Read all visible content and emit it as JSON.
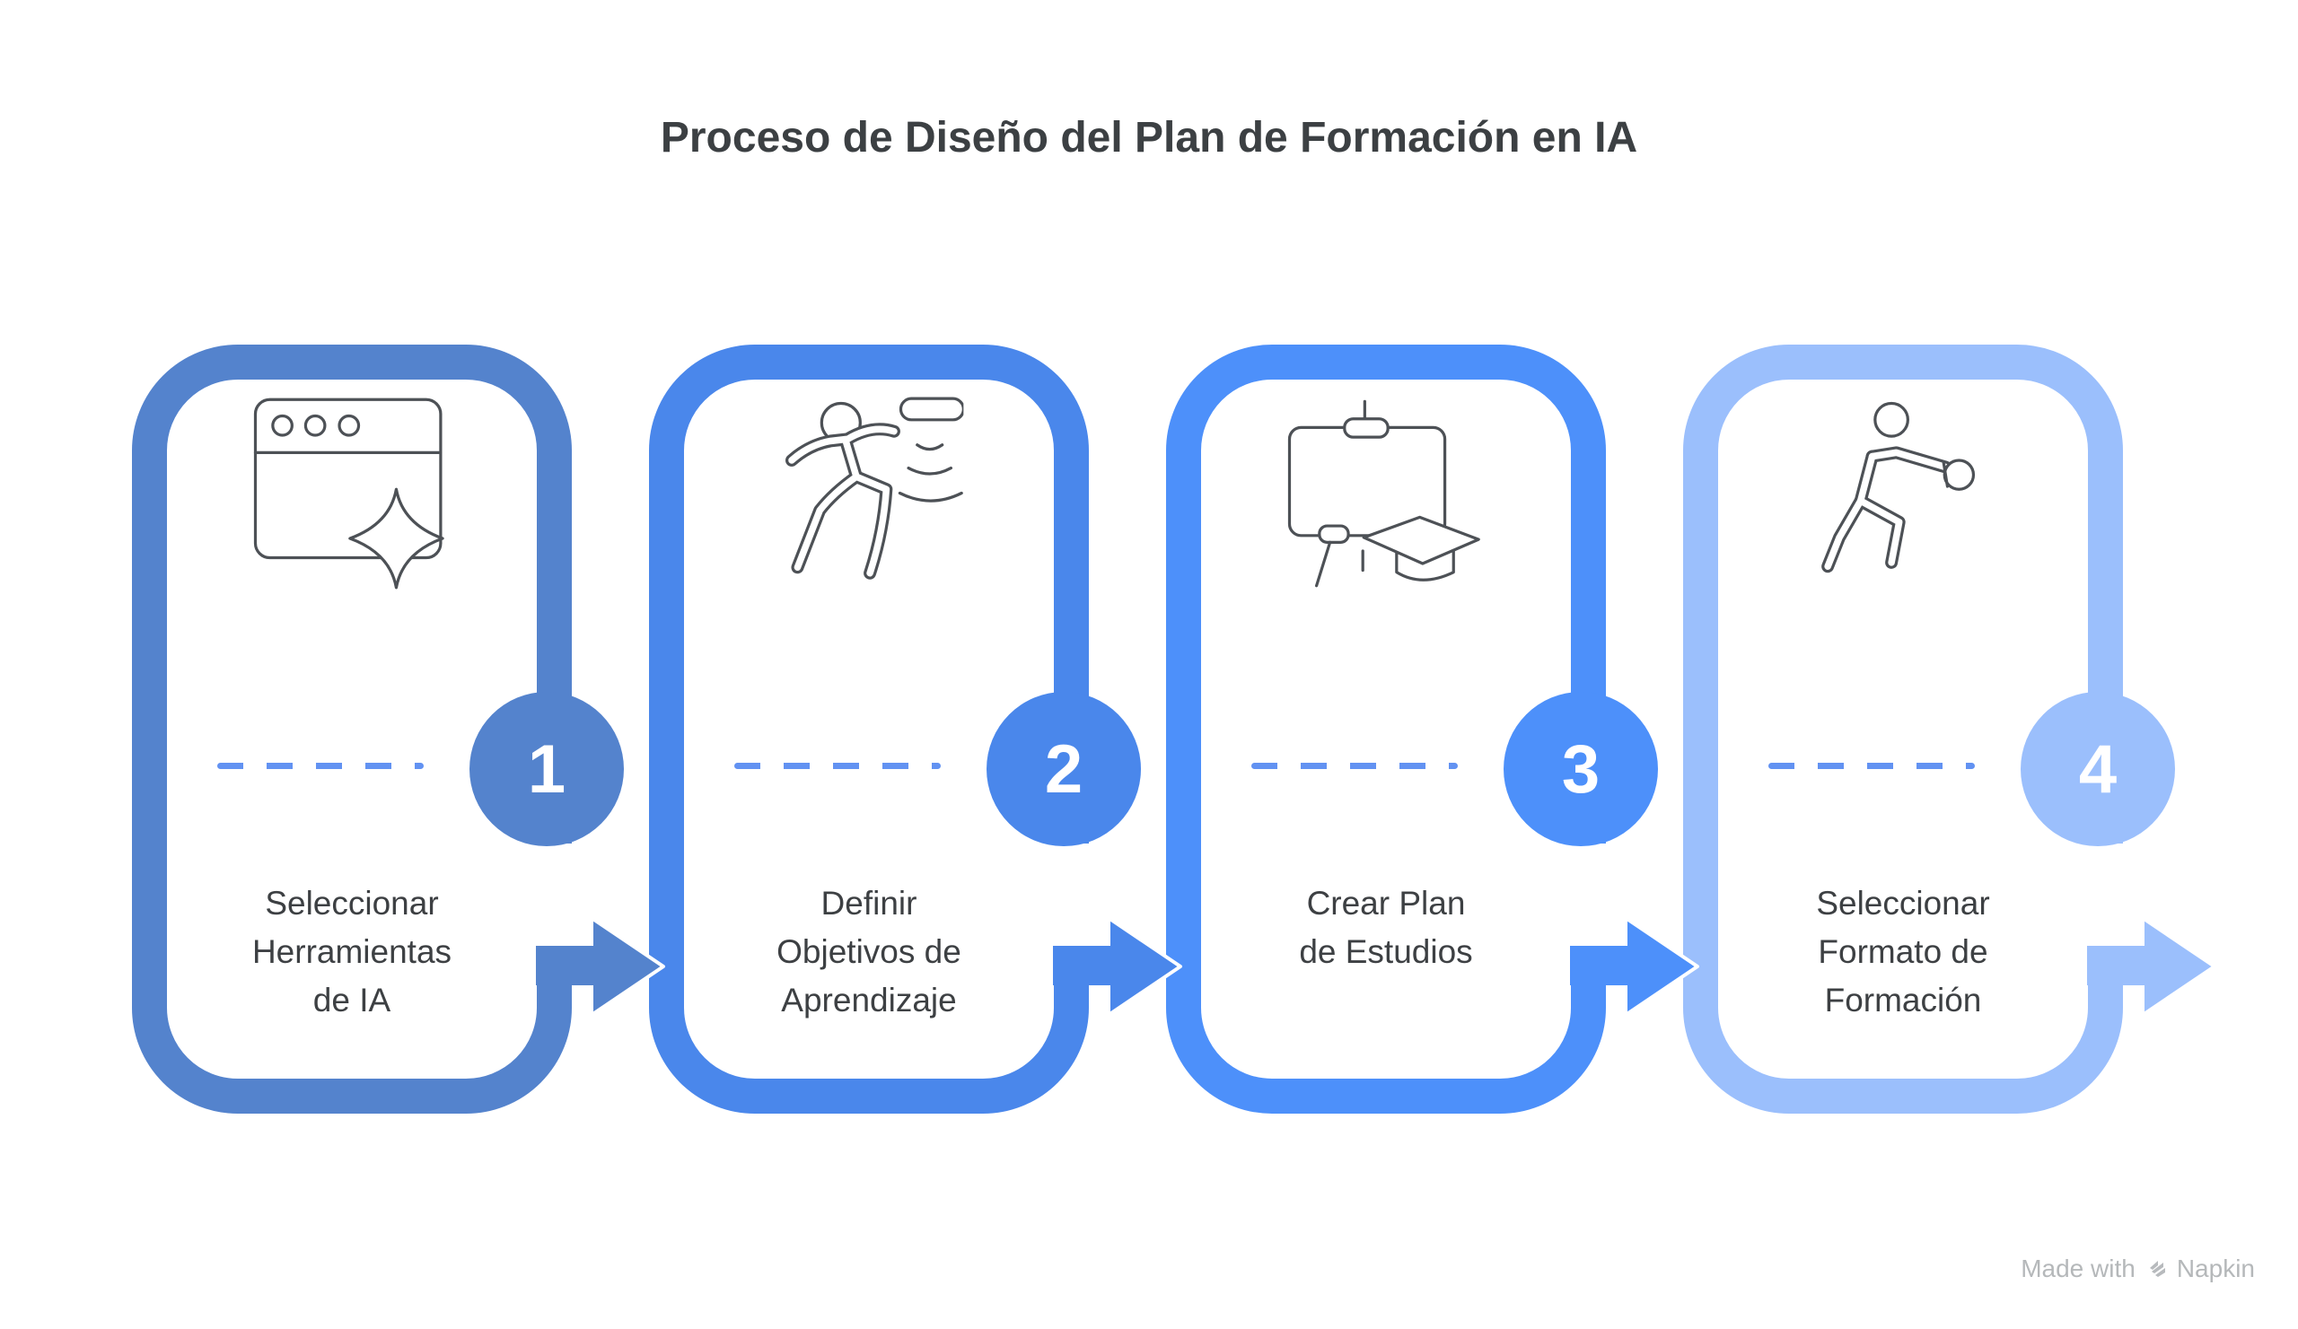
{
  "title": "Proceso de Diseño del Plan de Formación en IA",
  "steps": [
    {
      "number": "1",
      "label": "Seleccionar Herramientas de IA",
      "label_lines": [
        "Seleccionar",
        "Herramientas",
        "de IA"
      ],
      "icon": "browser-sparkle-icon",
      "color": "#5483CD"
    },
    {
      "number": "2",
      "label": "Definir Objetivos de Aprendizaje",
      "label_lines": [
        "Definir",
        "Objetivos de",
        "Aprendizaje"
      ],
      "icon": "person-throwing-icon",
      "color": "#4A87EB"
    },
    {
      "number": "3",
      "label": "Crear Plan de Estudios",
      "label_lines": [
        "Crear Plan",
        "de Estudios"
      ],
      "icon": "whiteboard-graduation-cap-icon",
      "color": "#4D90FA"
    },
    {
      "number": "4",
      "label": "Seleccionar Formato de Formación",
      "label_lines": [
        "Seleccionar",
        "Formato de",
        "Formación"
      ],
      "icon": "boxing-person-icon",
      "color": "#9BBFFC"
    }
  ],
  "colors": {
    "background": "#FFFFFF",
    "divider_dash": "#6292F2",
    "text": "#3D4043",
    "icon_stroke": "#4D5156",
    "watermark": "#B5B8BA"
  },
  "watermark": {
    "prefix": "Made with",
    "brand": "Napkin"
  }
}
